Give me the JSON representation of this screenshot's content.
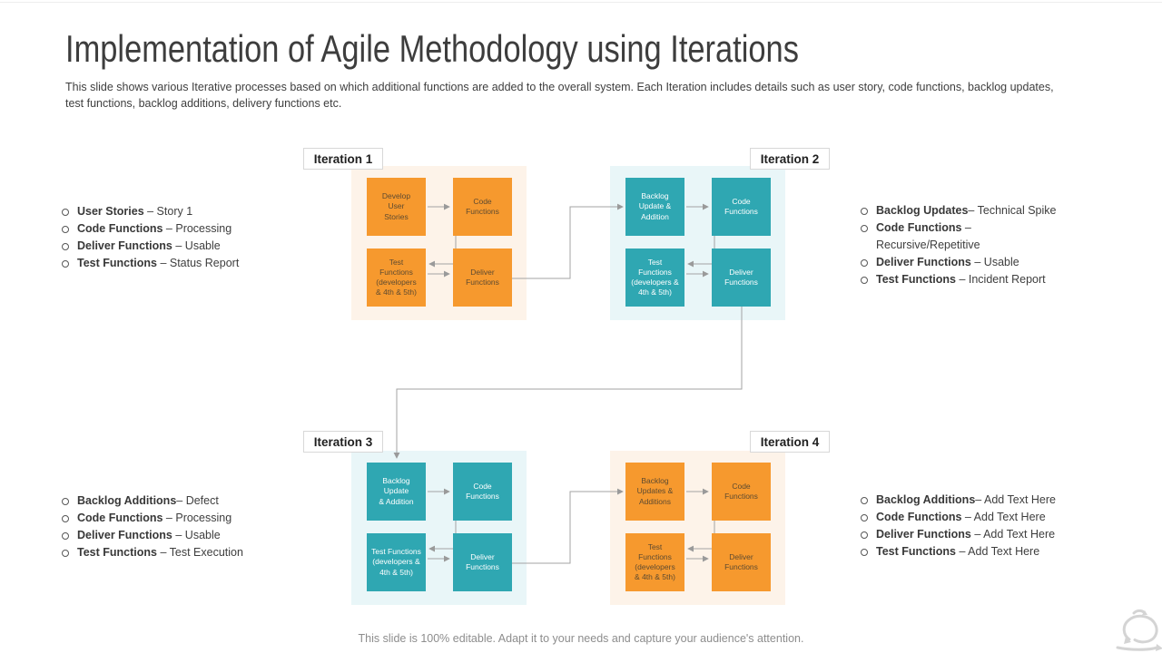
{
  "slide": {
    "title": "Implementation of Agile Methodology using Iterations",
    "subtitle": "This slide shows various Iterative processes based on which additional functions are added to the overall system. Each Iteration includes details such as user story, code functions, backlog updates, test functions, backlog additions, delivery functions etc.",
    "footer": "This slide is 100% editable. Adapt it to your needs and capture your audience's attention."
  },
  "iterations": [
    {
      "label": "Iteration 1",
      "theme": "orange",
      "boxes": {
        "a": "Develop\nUser\nStories",
        "b": "Code\nFunctions",
        "c": "Test\nFunctions\n(developers\n& 4th & 5th)",
        "d": "Deliver\nFunctions"
      }
    },
    {
      "label": "Iteration 2",
      "theme": "teal",
      "boxes": {
        "a": "Backlog\nUpdate &\nAddition",
        "b": "Code\nFunctions",
        "c": "Test\nFunctions\n(developers &\n4th & 5th)",
        "d": "Deliver\nFunctions"
      }
    },
    {
      "label": "Iteration 3",
      "theme": "teal",
      "boxes": {
        "a": "Backlog\nUpdate\n& Addition",
        "b": "Code\nFunctions",
        "c": "Test Functions\n(developers &\n4th & 5th)",
        "d": "Deliver\nFunctions"
      }
    },
    {
      "label": "Iteration 4",
      "theme": "orange",
      "boxes": {
        "a": "Backlog\nUpdates &\nAdditions",
        "b": "Code\nFunctions",
        "c": "Test\nFunctions\n(developers\n& 4th & 5th)",
        "d": "Deliver\nFunctions"
      }
    }
  ],
  "notes": {
    "it1": [
      {
        "term": "User Stories",
        "rest": " – Story 1"
      },
      {
        "term": "Code Functions",
        "rest": " – Processing"
      },
      {
        "term": "Deliver Functions",
        "rest": " – Usable"
      },
      {
        "term": "Test Functions",
        "rest": " – Status Report"
      }
    ],
    "it2": [
      {
        "term": "Backlog Updates",
        "rest": "– Technical Spike"
      },
      {
        "term": "Code Functions",
        "rest": " – Recursive/Repetitive"
      },
      {
        "term": "Deliver Functions",
        "rest": " – Usable"
      },
      {
        "term": "Test Functions",
        "rest": " – Incident Report"
      }
    ],
    "it3": [
      {
        "term": "Backlog Additions",
        "rest": "– Defect"
      },
      {
        "term": "Code Functions",
        "rest": " – Processing"
      },
      {
        "term": "Deliver Functions",
        "rest": " – Usable"
      },
      {
        "term": "Test Functions",
        "rest": " – Test Execution"
      }
    ],
    "it4": [
      {
        "term": "Backlog Additions",
        "rest": "– Add Text Here"
      },
      {
        "term": "Code Functions",
        "rest": " – Add Text Here"
      },
      {
        "term": "Deliver Functions",
        "rest": " – Add Text Here"
      },
      {
        "term": "Test Functions",
        "rest": " – Add Text Here"
      }
    ]
  },
  "colors": {
    "orange": "#F6992E",
    "orange_tint": "#FDF3E9",
    "teal": "#2FA7B2",
    "teal_tint": "#E9F6F8",
    "connector": "#A3A3A3",
    "title_text": "#3D3D3D",
    "body_text": "#3E3E3E",
    "footer_text": "#8D8D8D"
  },
  "icons": {
    "logo": "agile-sprint-loop-arrow"
  }
}
